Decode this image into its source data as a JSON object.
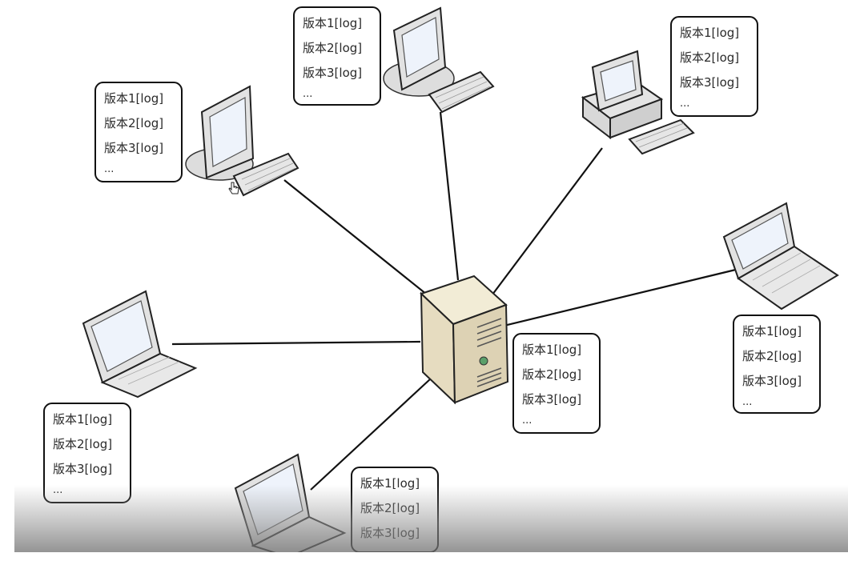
{
  "colors": {
    "line": "#111111",
    "device_body": "#dddddd",
    "screen": "#eef3fb",
    "server_body": "#e6dcc0"
  },
  "icons": {
    "server": "server-tower-icon",
    "desktop": "desktop-monitor-icon",
    "pc": "pc-tower-icon",
    "laptop": "laptop-icon",
    "cursor": "hand-cursor-icon"
  },
  "nodes": [
    {
      "id": "desktop-top-left",
      "rows": [
        "版本1[log]",
        "版本2[log]",
        "版本3[log]",
        "..."
      ]
    },
    {
      "id": "desktop-top",
      "rows": [
        "版本1[log]",
        "版本2[log]",
        "版本3[log]",
        "..."
      ]
    },
    {
      "id": "pc-top-right",
      "rows": [
        "版本1[log]",
        "版本2[log]",
        "版本3[log]",
        "..."
      ]
    },
    {
      "id": "laptop-right",
      "rows": [
        "版本1[log]",
        "版本2[log]",
        "版本3[log]",
        "..."
      ]
    },
    {
      "id": "server-center",
      "rows": [
        "版本1[log]",
        "版本2[log]",
        "版本3[log]",
        "..."
      ]
    },
    {
      "id": "laptop-left",
      "rows": [
        "版本1[log]",
        "版本2[log]",
        "版本3[log]",
        "..."
      ]
    },
    {
      "id": "laptop-bottom",
      "rows": [
        "版本1[log]",
        "版本2[log]",
        "版本3[log]"
      ]
    }
  ]
}
